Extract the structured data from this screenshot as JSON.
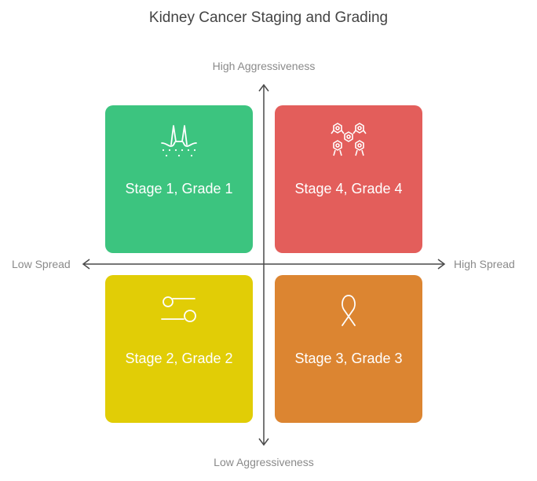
{
  "title": "Kidney Cancer Staging and Grading",
  "axes": {
    "top": "High Aggressiveness",
    "bottom": "Low Aggressiveness",
    "left": "Low Spread",
    "right": "High Spread"
  },
  "quadrants": {
    "top_left": {
      "label": "Stage 1, Grade 1",
      "icon": "skin-layer-icon",
      "color": "#3cc47f"
    },
    "top_right": {
      "label": "Stage 4, Grade 4",
      "icon": "cell-cluster-icon",
      "color": "#e35e5b"
    },
    "bottom_left": {
      "label": "Stage 2, Grade 2",
      "icon": "toggle-icon",
      "color": "#e1cd06"
    },
    "bottom_right": {
      "label": "Stage 3, Grade 3",
      "icon": "awareness-ribbon-icon",
      "color": "#dc8531"
    }
  },
  "colors": {
    "axis": "#4a4a4a",
    "axis_label": "#8a8a8a",
    "icon_stroke": "#ffffff"
  }
}
